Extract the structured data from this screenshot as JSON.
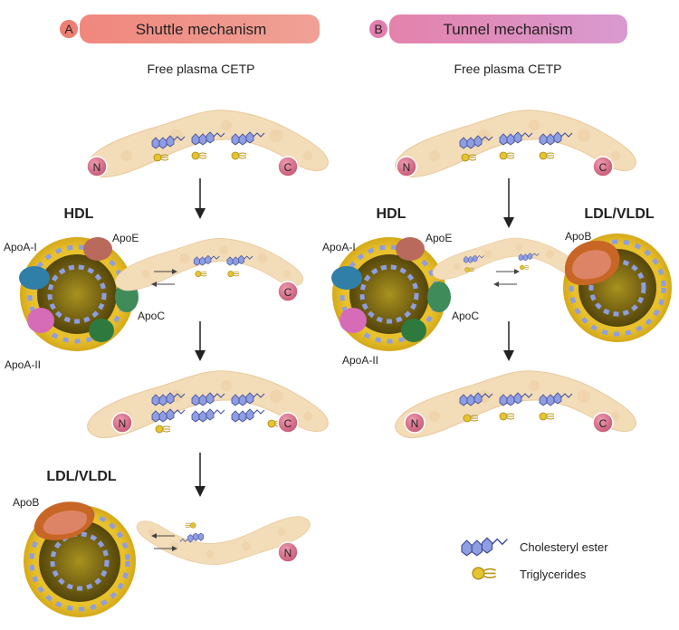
{
  "panel_a": {
    "letter": "A",
    "title": "Shuttle mechanism",
    "subtitle": "Free plasma CETP",
    "hdl_label": "HDL",
    "ldl_label": "LDL/VLDL",
    "apo_labels": {
      "apoa1": "ApoA-I",
      "apoe": "ApoE",
      "apoc": "ApoC",
      "apoa2": "ApoA-II",
      "apob": "ApoB"
    }
  },
  "panel_b": {
    "letter": "B",
    "title": "Tunnel mechanism",
    "subtitle": "Free plasma CETP",
    "hdl_label": "HDL",
    "ldl_label": "LDL/VLDL",
    "apo_labels": {
      "apoa1": "ApoA-I",
      "apoe": "ApoE",
      "apoc": "ApoC",
      "apoa2": "ApoA-II",
      "apob": "ApoB"
    }
  },
  "terminals": {
    "n": "N",
    "c": "C"
  },
  "legend": {
    "cholesteryl_ester": "Cholesteryl ester",
    "triglycerides": "Triglycerides"
  },
  "colors": {
    "panel_a_banner": "#ef8f85",
    "panel_b_banner": "#e08fc0",
    "cetp_body": "#f3dcb8",
    "terminal": "#d46e86",
    "cholesteryl_ester": "#8f9ee0",
    "triglyceride": "#e6c431",
    "lipoprotein_core": "#7d6a12",
    "apoa1": "#2f7fa8",
    "apoe": "#b96a5c",
    "apoc": "#3f8b5a",
    "apoa2": "#d66bb8",
    "apob": "#c86626"
  }
}
